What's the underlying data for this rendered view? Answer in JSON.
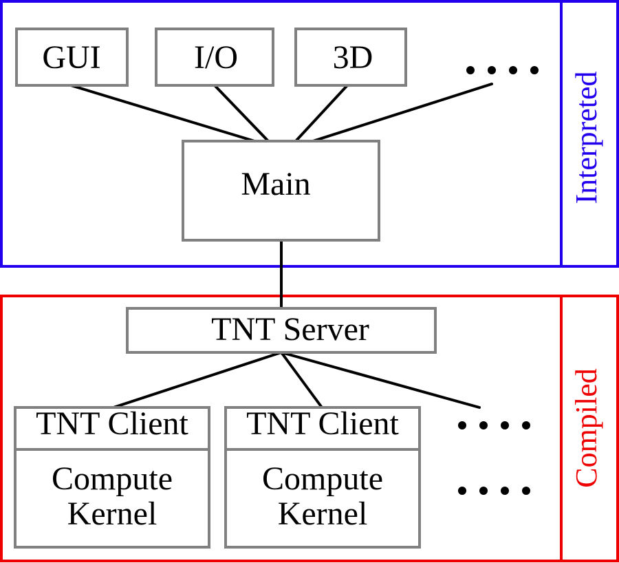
{
  "regions": {
    "interpreted": {
      "label": "Interpreted",
      "color": "#2200ee"
    },
    "compiled": {
      "label": "Compiled",
      "color": "#ee0000"
    }
  },
  "modules": {
    "gui": "GUI",
    "io": "I/O",
    "three_d": "3D",
    "more": "....",
    "main": "Main"
  },
  "server": {
    "label": "TNT Server"
  },
  "clients": [
    {
      "header": "TNT Client",
      "body_line1": "Compute",
      "body_line2": "Kernel"
    },
    {
      "header": "TNT Client",
      "body_line1": "Compute",
      "body_line2": "Kernel"
    }
  ],
  "client_ellipsis": {
    "header": "....",
    "body": "...."
  },
  "colors": {
    "box_stroke": "#808080",
    "connector": "#000000"
  }
}
